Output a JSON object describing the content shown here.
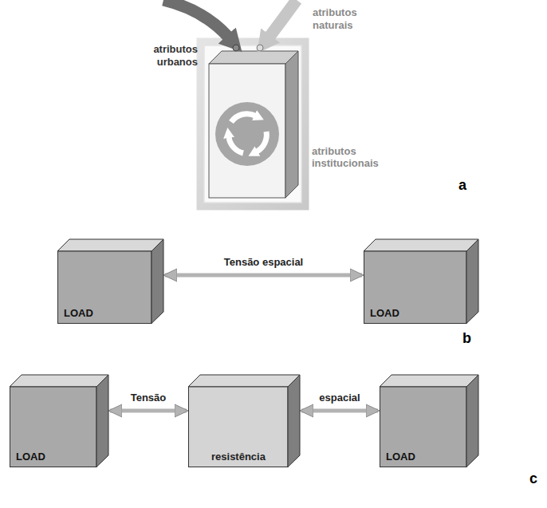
{
  "diagram": {
    "nodes": [
      {
        "text": [
          "atributos institucionais"
        ]
      },
      {
        "text": [
          "LOAD"
        ]
      },
      {
        "text": [
          "LOAD"
        ]
      },
      {
        "text": [
          "LOAD"
        ]
      },
      {
        "text": [
          "resistência"
        ]
      },
      {
        "text": [
          "LOAD"
        ]
      }
    ],
    "edges": [
      {
        "from": 1,
        "to": 2,
        "label": "Tensão espacial",
        "arrow": "both"
      },
      {
        "from": 3,
        "to": 4,
        "label": "Tensão",
        "arrow": "both"
      },
      {
        "from": 4,
        "to": 5,
        "label": "espacial",
        "arrow": "both"
      }
    ],
    "labels": [
      "atributos urbanos",
      "atributos naturais",
      "a",
      "b",
      "c"
    ]
  }
}
